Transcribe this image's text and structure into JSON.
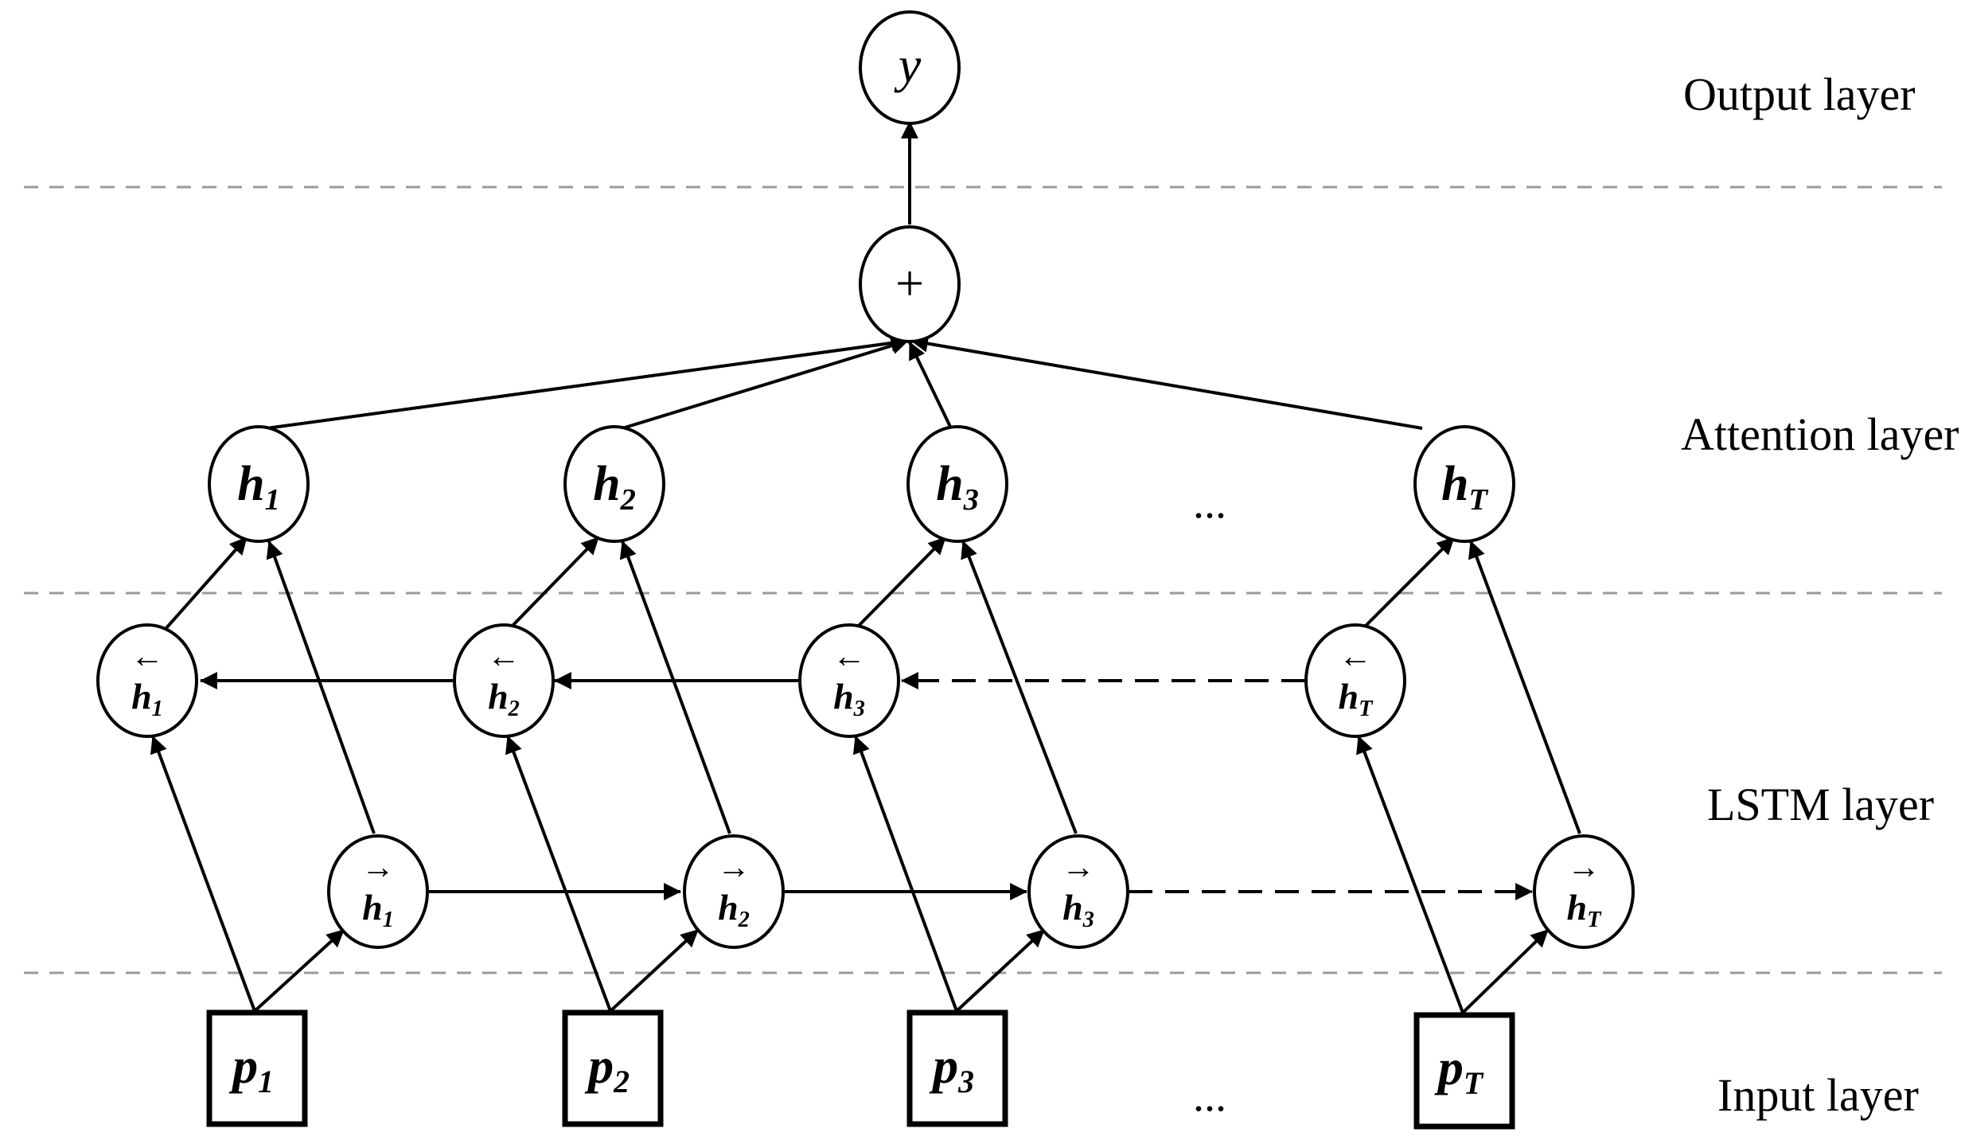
{
  "layers": {
    "output": "Output layer",
    "attention": "Attention layer",
    "lstm": "LSTM layer",
    "input": "Input layer"
  },
  "nodes": {
    "output": {
      "symbol": "y"
    },
    "sum": {
      "symbol": "+"
    },
    "attention": [
      {
        "base": "h",
        "sub": "1"
      },
      {
        "base": "h",
        "sub": "2"
      },
      {
        "base": "h",
        "sub": "3"
      },
      {
        "base": "h",
        "sub": "T"
      }
    ],
    "backward": [
      {
        "arrow": "←",
        "base": "h",
        "sub": "1"
      },
      {
        "arrow": "←",
        "base": "h",
        "sub": "2"
      },
      {
        "arrow": "←",
        "base": "h",
        "sub": "3"
      },
      {
        "arrow": "←",
        "base": "h",
        "sub": "T"
      }
    ],
    "forward": [
      {
        "arrow": "→",
        "base": "h",
        "sub": "1"
      },
      {
        "arrow": "→",
        "base": "h",
        "sub": "2"
      },
      {
        "arrow": "→",
        "base": "h",
        "sub": "3"
      },
      {
        "arrow": "→",
        "base": "h",
        "sub": "T"
      }
    ],
    "inputs": [
      {
        "base": "p",
        "sub": "1"
      },
      {
        "base": "p",
        "sub": "2"
      },
      {
        "base": "p",
        "sub": "3"
      },
      {
        "base": "p",
        "sub": "T"
      }
    ]
  },
  "ellipsis": {
    "attention": "...",
    "input": "..."
  }
}
